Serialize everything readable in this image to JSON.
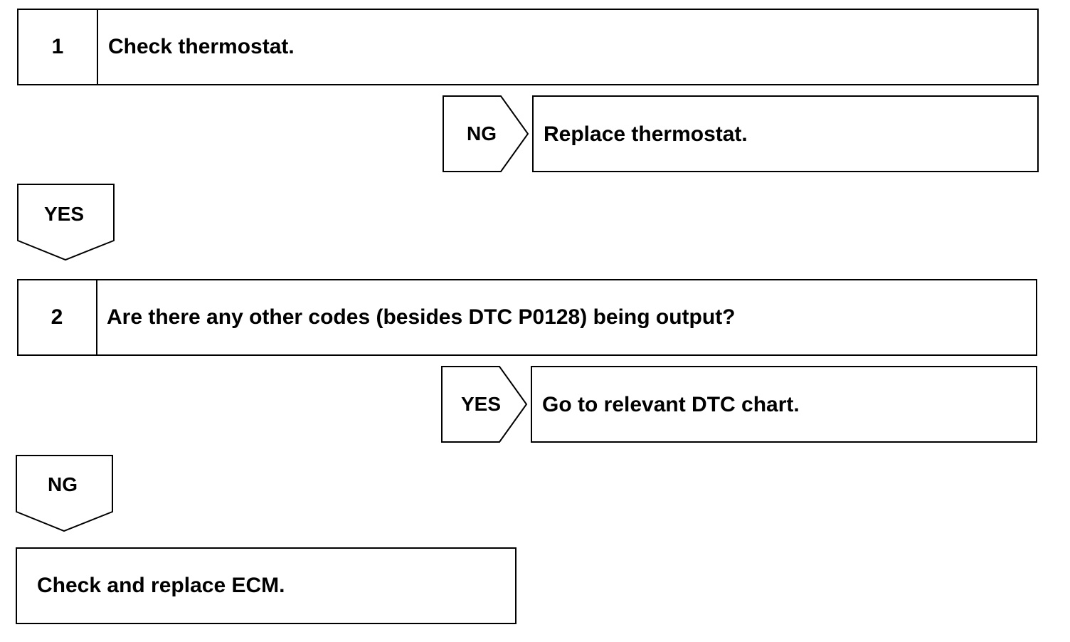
{
  "steps": [
    {
      "number": "1",
      "text": "Check thermostat."
    },
    {
      "number": "2",
      "text": "Are there any other codes (besides DTC P0128) being output?"
    }
  ],
  "branches": [
    {
      "label": "NG",
      "result": "Replace thermostat."
    },
    {
      "label": "YES",
      "result": "Go to relevant DTC chart."
    }
  ],
  "down_arrows": [
    {
      "label": "YES"
    },
    {
      "label": "NG"
    }
  ],
  "final": {
    "text": "Check and replace ECM."
  }
}
